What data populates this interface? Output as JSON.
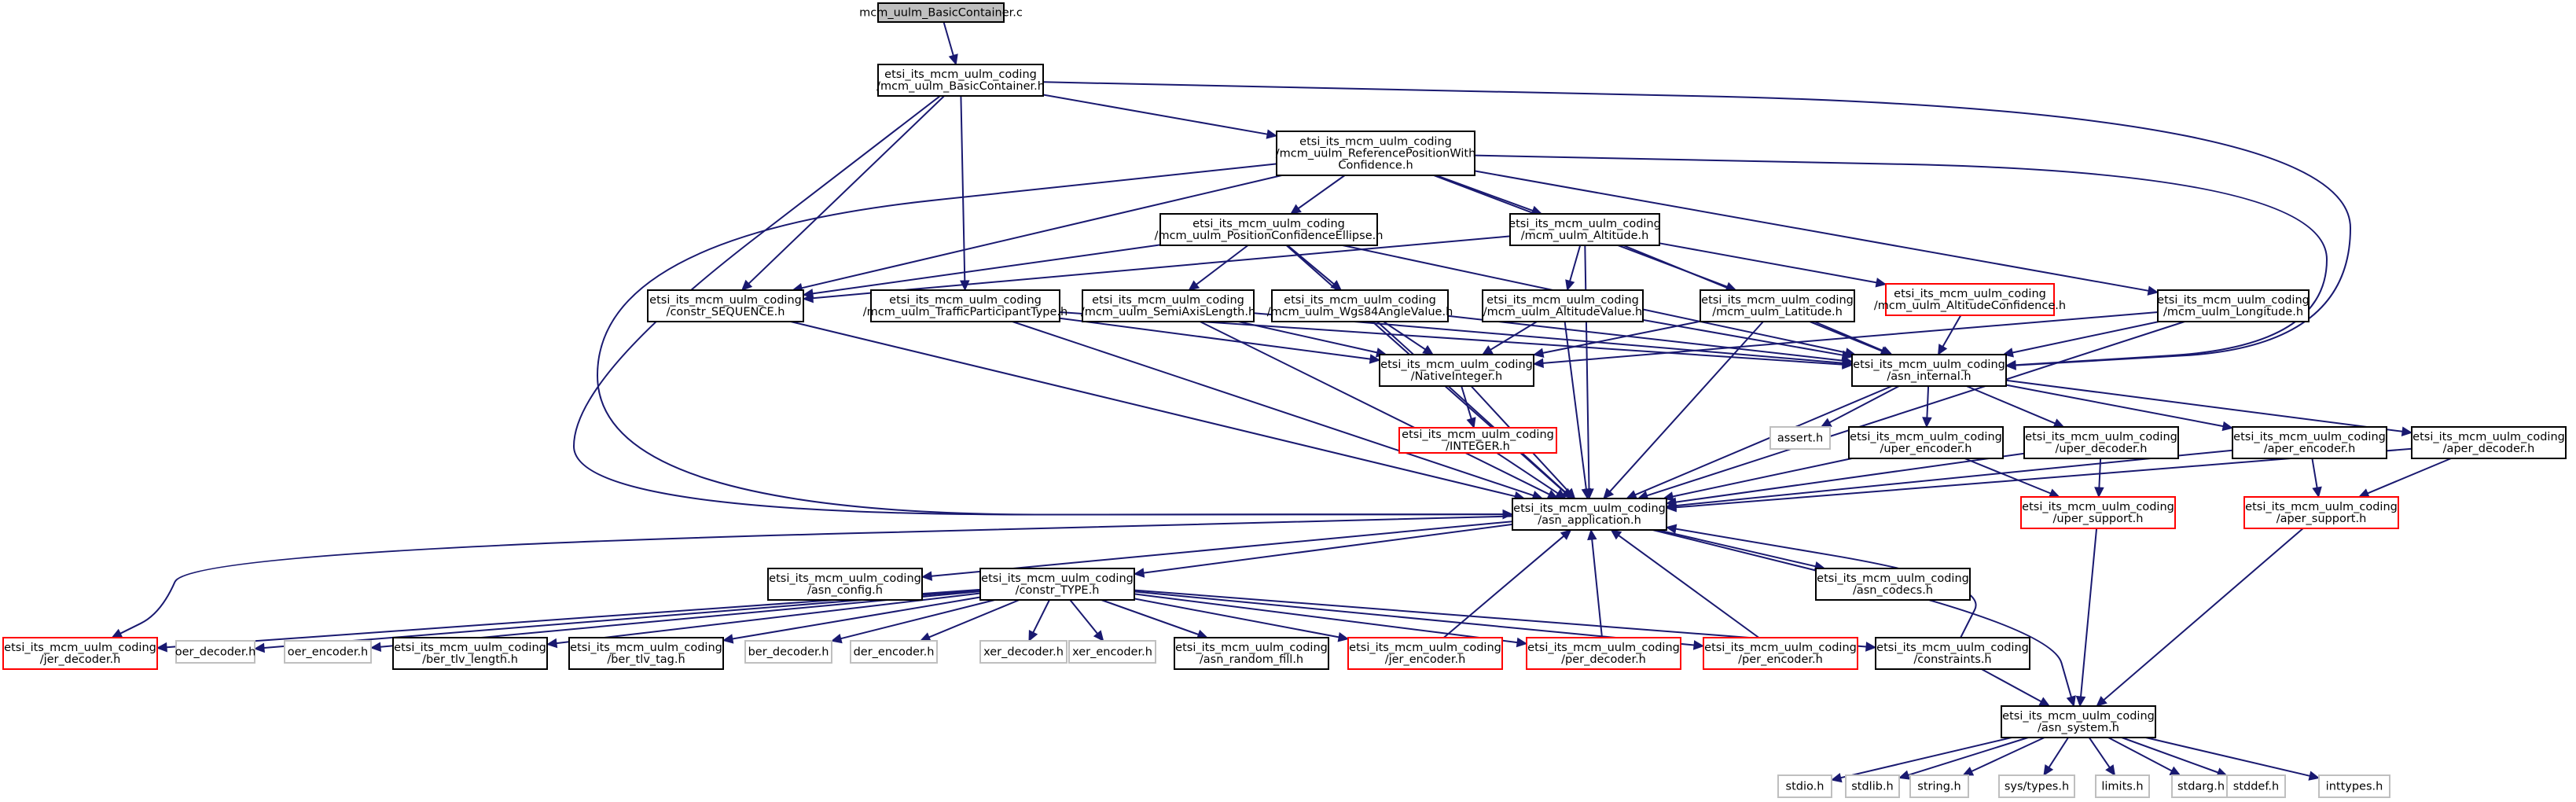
{
  "diagram": {
    "type": "include-dependency-graph",
    "colors": {
      "edge": "#191970",
      "node_border_normal": "#000000",
      "node_border_missing": "#ff0000",
      "node_border_external": "#bfbfbf",
      "root_fill": "#bfbfbf",
      "node_fill": "#ffffff"
    },
    "nodes": [
      {
        "id": "root",
        "kind": "root",
        "lines": [
          "mcm_uulm_BasicContainer.c"
        ]
      },
      {
        "id": "basic",
        "kind": "normal",
        "lines": [
          "etsi_its_mcm_uulm_coding",
          "/mcm_uulm_BasicContainer.h"
        ]
      },
      {
        "id": "refpos",
        "kind": "normal",
        "lines": [
          "etsi_its_mcm_uulm_coding",
          "/mcm_uulm_ReferencePositionWith",
          "Confidence.h"
        ]
      },
      {
        "id": "posconf",
        "kind": "normal",
        "lines": [
          "etsi_its_mcm_uulm_coding",
          "/mcm_uulm_PositionConfidenceEllipse.h"
        ]
      },
      {
        "id": "altitude",
        "kind": "normal",
        "lines": [
          "etsi_its_mcm_uulm_coding",
          "/mcm_uulm_Altitude.h"
        ]
      },
      {
        "id": "seq",
        "kind": "normal",
        "lines": [
          "etsi_its_mcm_uulm_coding",
          "/constr_SEQUENCE.h"
        ]
      },
      {
        "id": "traffic",
        "kind": "normal",
        "lines": [
          "etsi_its_mcm_uulm_coding",
          "/mcm_uulm_TrafficParticipantType.h"
        ]
      },
      {
        "id": "semiaxis",
        "kind": "normal",
        "lines": [
          "etsi_its_mcm_uulm_coding",
          "/mcm_uulm_SemiAxisLength.h"
        ]
      },
      {
        "id": "wgs84",
        "kind": "normal",
        "lines": [
          "etsi_its_mcm_uulm_coding",
          "/mcm_uulm_Wgs84AngleValue.h"
        ]
      },
      {
        "id": "altvalue",
        "kind": "normal",
        "lines": [
          "etsi_its_mcm_uulm_coding",
          "/mcm_uulm_AltitudeValue.h"
        ]
      },
      {
        "id": "latitude",
        "kind": "normal",
        "lines": [
          "etsi_its_mcm_uulm_coding",
          "/mcm_uulm_Latitude.h"
        ]
      },
      {
        "id": "altconf",
        "kind": "missing",
        "lines": [
          "etsi_its_mcm_uulm_coding",
          "/mcm_uulm_AltitudeConfidence.h"
        ]
      },
      {
        "id": "longitude",
        "kind": "normal",
        "lines": [
          "etsi_its_mcm_uulm_coding",
          "/mcm_uulm_Longitude.h"
        ]
      },
      {
        "id": "nativeint",
        "kind": "normal",
        "lines": [
          "etsi_its_mcm_uulm_coding",
          "/NativeInteger.h"
        ]
      },
      {
        "id": "asninternal",
        "kind": "normal",
        "lines": [
          "etsi_its_mcm_uulm_coding",
          "/asn_internal.h"
        ]
      },
      {
        "id": "integer",
        "kind": "missing",
        "lines": [
          "etsi_its_mcm_uulm_coding",
          "/INTEGER.h"
        ]
      },
      {
        "id": "assert",
        "kind": "external",
        "lines": [
          "assert.h"
        ]
      },
      {
        "id": "uperenc",
        "kind": "normal",
        "lines": [
          "etsi_its_mcm_uulm_coding",
          "/uper_encoder.h"
        ]
      },
      {
        "id": "uperdec",
        "kind": "normal",
        "lines": [
          "etsi_its_mcm_uulm_coding",
          "/uper_decoder.h"
        ]
      },
      {
        "id": "aperenc",
        "kind": "normal",
        "lines": [
          "etsi_its_mcm_uulm_coding",
          "/aper_encoder.h"
        ]
      },
      {
        "id": "aperdec",
        "kind": "normal",
        "lines": [
          "etsi_its_mcm_uulm_coding",
          "/aper_decoder.h"
        ]
      },
      {
        "id": "asnapp",
        "kind": "normal",
        "lines": [
          "etsi_its_mcm_uulm_coding",
          "/asn_application.h"
        ]
      },
      {
        "id": "upersup",
        "kind": "missing",
        "lines": [
          "etsi_its_mcm_uulm_coding",
          "/uper_support.h"
        ]
      },
      {
        "id": "apersup",
        "kind": "missing",
        "lines": [
          "etsi_its_mcm_uulm_coding",
          "/aper_support.h"
        ]
      },
      {
        "id": "asnconfig",
        "kind": "normal",
        "lines": [
          "etsi_its_mcm_uulm_coding",
          "/asn_config.h"
        ]
      },
      {
        "id": "constrtype",
        "kind": "normal",
        "lines": [
          "etsi_its_mcm_uulm_coding",
          "/constr_TYPE.h"
        ]
      },
      {
        "id": "asncodecs",
        "kind": "normal",
        "lines": [
          "etsi_its_mcm_uulm_coding",
          "/asn_codecs.h"
        ]
      },
      {
        "id": "jerdec",
        "kind": "missing",
        "lines": [
          "etsi_its_mcm_uulm_coding",
          "/jer_decoder.h"
        ]
      },
      {
        "id": "oerdec",
        "kind": "external",
        "lines": [
          "oer_decoder.h"
        ]
      },
      {
        "id": "oerenc",
        "kind": "external",
        "lines": [
          "oer_encoder.h"
        ]
      },
      {
        "id": "bertlvlen",
        "kind": "normal",
        "lines": [
          "etsi_its_mcm_uulm_coding",
          "/ber_tlv_length.h"
        ]
      },
      {
        "id": "bertlvtag",
        "kind": "normal",
        "lines": [
          "etsi_its_mcm_uulm_coding",
          "/ber_tlv_tag.h"
        ]
      },
      {
        "id": "berdec",
        "kind": "external",
        "lines": [
          "ber_decoder.h"
        ]
      },
      {
        "id": "derenc",
        "kind": "external",
        "lines": [
          "der_encoder.h"
        ]
      },
      {
        "id": "xerdec",
        "kind": "external",
        "lines": [
          "xer_decoder.h"
        ]
      },
      {
        "id": "xerenc",
        "kind": "external",
        "lines": [
          "xer_encoder.h"
        ]
      },
      {
        "id": "randfill",
        "kind": "normal",
        "lines": [
          "etsi_its_mcm_uulm_coding",
          "/asn_random_fill.h"
        ]
      },
      {
        "id": "jerenc",
        "kind": "missing",
        "lines": [
          "etsi_its_mcm_uulm_coding",
          "/jer_encoder.h"
        ]
      },
      {
        "id": "perdec",
        "kind": "missing",
        "lines": [
          "etsi_its_mcm_uulm_coding",
          "/per_decoder.h"
        ]
      },
      {
        "id": "perenc",
        "kind": "missing",
        "lines": [
          "etsi_its_mcm_uulm_coding",
          "/per_encoder.h"
        ]
      },
      {
        "id": "constraints",
        "kind": "normal",
        "lines": [
          "etsi_its_mcm_uulm_coding",
          "/constraints.h"
        ]
      },
      {
        "id": "asnsystem",
        "kind": "normal",
        "lines": [
          "etsi_its_mcm_uulm_coding",
          "/asn_system.h"
        ]
      },
      {
        "id": "stdio",
        "kind": "external",
        "lines": [
          "stdio.h"
        ]
      },
      {
        "id": "stdlib",
        "kind": "external",
        "lines": [
          "stdlib.h"
        ]
      },
      {
        "id": "string",
        "kind": "external",
        "lines": [
          "string.h"
        ]
      },
      {
        "id": "systypes",
        "kind": "external",
        "lines": [
          "sys/types.h"
        ]
      },
      {
        "id": "limits",
        "kind": "external",
        "lines": [
          "limits.h"
        ]
      },
      {
        "id": "stdarg",
        "kind": "external",
        "lines": [
          "stdarg.h"
        ]
      },
      {
        "id": "stddef",
        "kind": "external",
        "lines": [
          "stddef.h"
        ]
      },
      {
        "id": "inttypes",
        "kind": "external",
        "lines": [
          "inttypes.h"
        ]
      }
    ],
    "edges": [
      [
        "root",
        "basic"
      ],
      [
        "basic",
        "refpos"
      ],
      [
        "basic",
        "seq"
      ],
      [
        "basic",
        "traffic"
      ],
      [
        "basic",
        "asnapp"
      ],
      [
        "basic",
        "asninternal"
      ],
      [
        "refpos",
        "posconf"
      ],
      [
        "refpos",
        "altitude"
      ],
      [
        "refpos",
        "latitude"
      ],
      [
        "refpos",
        "longitude"
      ],
      [
        "refpos",
        "seq"
      ],
      [
        "refpos",
        "asnapp"
      ],
      [
        "refpos",
        "asninternal"
      ],
      [
        "posconf",
        "semiaxis"
      ],
      [
        "posconf",
        "wgs84"
      ],
      [
        "posconf",
        "seq"
      ],
      [
        "posconf",
        "asnapp"
      ],
      [
        "posconf",
        "asninternal"
      ],
      [
        "altitude",
        "altvalue"
      ],
      [
        "altitude",
        "altconf"
      ],
      [
        "altitude",
        "seq"
      ],
      [
        "altitude",
        "asnapp"
      ],
      [
        "altitude",
        "asninternal"
      ],
      [
        "seq",
        "asnapp"
      ],
      [
        "traffic",
        "nativeint"
      ],
      [
        "traffic",
        "asnapp"
      ],
      [
        "traffic",
        "asninternal"
      ],
      [
        "semiaxis",
        "nativeint"
      ],
      [
        "semiaxis",
        "asnapp"
      ],
      [
        "semiaxis",
        "asninternal"
      ],
      [
        "wgs84",
        "nativeint"
      ],
      [
        "wgs84",
        "asnapp"
      ],
      [
        "wgs84",
        "asninternal"
      ],
      [
        "altvalue",
        "nativeint"
      ],
      [
        "altvalue",
        "asnapp"
      ],
      [
        "altvalue",
        "asninternal"
      ],
      [
        "latitude",
        "nativeint"
      ],
      [
        "latitude",
        "asnapp"
      ],
      [
        "latitude",
        "asninternal"
      ],
      [
        "altconf",
        "asninternal"
      ],
      [
        "longitude",
        "nativeint"
      ],
      [
        "longitude",
        "asnapp"
      ],
      [
        "longitude",
        "asninternal"
      ],
      [
        "nativeint",
        "integer"
      ],
      [
        "nativeint",
        "asnapp"
      ],
      [
        "integer",
        "asnapp"
      ],
      [
        "asninternal",
        "assert"
      ],
      [
        "asninternal",
        "uperenc"
      ],
      [
        "asninternal",
        "uperdec"
      ],
      [
        "asninternal",
        "aperenc"
      ],
      [
        "asninternal",
        "aperdec"
      ],
      [
        "asninternal",
        "asnapp"
      ],
      [
        "uperenc",
        "asnapp"
      ],
      [
        "uperenc",
        "upersup"
      ],
      [
        "uperdec",
        "asnapp"
      ],
      [
        "uperdec",
        "upersup"
      ],
      [
        "aperenc",
        "asnapp"
      ],
      [
        "aperenc",
        "apersup"
      ],
      [
        "aperdec",
        "asnapp"
      ],
      [
        "aperdec",
        "apersup"
      ],
      [
        "upersup",
        "asnsystem"
      ],
      [
        "apersup",
        "asnsystem"
      ],
      [
        "asnapp",
        "asnconfig"
      ],
      [
        "asnapp",
        "constrtype"
      ],
      [
        "asnapp",
        "asncodecs"
      ],
      [
        "asnapp",
        "asnsystem"
      ],
      [
        "asnapp",
        "jerdec"
      ],
      [
        "constrtype",
        "jerdec"
      ],
      [
        "constrtype",
        "oerdec"
      ],
      [
        "constrtype",
        "oerenc"
      ],
      [
        "constrtype",
        "bertlvlen"
      ],
      [
        "constrtype",
        "bertlvtag"
      ],
      [
        "constrtype",
        "berdec"
      ],
      [
        "constrtype",
        "derenc"
      ],
      [
        "constrtype",
        "xerdec"
      ],
      [
        "constrtype",
        "xerenc"
      ],
      [
        "constrtype",
        "randfill"
      ],
      [
        "constrtype",
        "jerenc"
      ],
      [
        "constrtype",
        "perdec"
      ],
      [
        "constrtype",
        "perenc"
      ],
      [
        "constrtype",
        "constraints"
      ],
      [
        "jerenc",
        "asnapp"
      ],
      [
        "perdec",
        "asnapp"
      ],
      [
        "perenc",
        "asnapp"
      ],
      [
        "constraints",
        "asnapp"
      ],
      [
        "constraints",
        "asnsystem"
      ],
      [
        "asnsystem",
        "stdio"
      ],
      [
        "asnsystem",
        "stdlib"
      ],
      [
        "asnsystem",
        "string"
      ],
      [
        "asnsystem",
        "systypes"
      ],
      [
        "asnsystem",
        "limits"
      ],
      [
        "asnsystem",
        "stdarg"
      ],
      [
        "asnsystem",
        "stddef"
      ],
      [
        "asnsystem",
        "inttypes"
      ]
    ]
  }
}
